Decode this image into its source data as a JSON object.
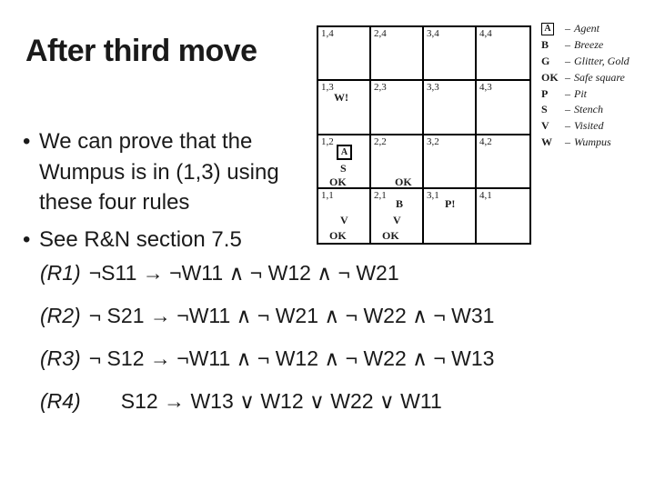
{
  "slide": {
    "title": "After third move",
    "bullets": [
      {
        "marker": "•",
        "lines": [
          "We can prove that the",
          "Wumpus is in (1,3) using",
          "these four rules"
        ]
      },
      {
        "marker": "•",
        "lines": [
          "See R&N section 7.5"
        ]
      }
    ],
    "rules": [
      {
        "label": "(R1)",
        "formula": "¬S11 → ¬W11 ∧ ¬ W12 ∧ ¬ W21"
      },
      {
        "label": "(R2)",
        "formula": "¬ S21 → ¬W11 ∧ ¬ W21 ∧ ¬ W22 ∧ ¬ W31"
      },
      {
        "label": "(R3)",
        "formula": "¬ S12 → ¬W11 ∧ ¬ W12 ∧ ¬ W22 ∧ ¬ W13"
      },
      {
        "label": "(R4)",
        "formula": "S12 → W13 ∨ W12 ∨ W22 ∨ W11"
      }
    ]
  },
  "grid": {
    "cells": [
      {
        "label": "1,4"
      },
      {
        "label": "2,4"
      },
      {
        "label": "3,4"
      },
      {
        "label": "4,4"
      },
      {
        "label": "1,3",
        "wumpus": "W!"
      },
      {
        "label": "2,3"
      },
      {
        "label": "3,3"
      },
      {
        "label": "4,3"
      },
      {
        "label": "1,2",
        "agent": "A",
        "stench": "S",
        "safe": "OK"
      },
      {
        "label": "2,2",
        "safe": "OK"
      },
      {
        "label": "3,2"
      },
      {
        "label": "4,2"
      },
      {
        "label": "1,1",
        "visited": "V",
        "safe": "OK"
      },
      {
        "label": "2,1",
        "breeze": "B",
        "visited": "V",
        "safe": "OK"
      },
      {
        "label": "3,1",
        "pit": "P!"
      },
      {
        "label": "4,1"
      }
    ]
  },
  "legend": {
    "dash": "–",
    "items": [
      {
        "symbol": "A",
        "desc": "Agent",
        "boxed": true
      },
      {
        "symbol": "B",
        "desc": "Breeze"
      },
      {
        "symbol": "G",
        "desc": "Glitter, Gold"
      },
      {
        "symbol": "OK",
        "desc": "Safe square"
      },
      {
        "symbol": "P",
        "desc": "Pit"
      },
      {
        "symbol": "S",
        "desc": "Stench"
      },
      {
        "symbol": "V",
        "desc": "Visited"
      },
      {
        "symbol": "W",
        "desc": "Wumpus"
      }
    ]
  },
  "colors": {
    "ink": "#1a1a1a",
    "background": "#ffffff"
  }
}
